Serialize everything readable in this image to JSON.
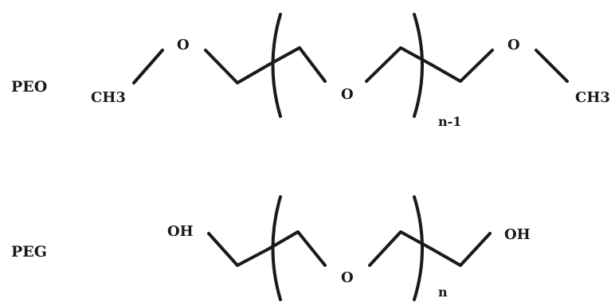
{
  "structures": [
    {
      "name": "PEO",
      "end_left": "CH3",
      "end_right": "CH3",
      "oxygen_left": "O",
      "oxygen_mid": "O",
      "oxygen_right": "O",
      "repeat_subscript": "n-1"
    },
    {
      "name": "PEG",
      "end_left": "OH",
      "end_right": "OH",
      "oxygen_mid": "O",
      "repeat_subscript": "n"
    }
  ]
}
